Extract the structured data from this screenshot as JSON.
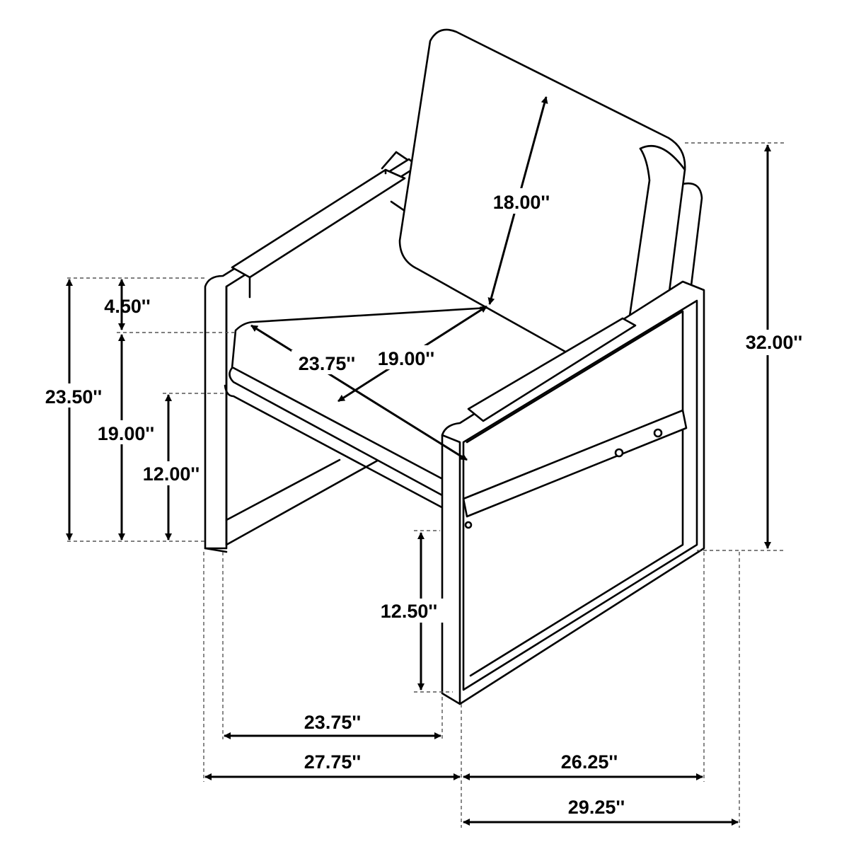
{
  "drawing": {
    "title": "",
    "dimensions": {
      "back_height": "18.00''",
      "arm_to_seat": "4.50''",
      "seat_depth_diag": "23.75''",
      "seat_width_diag": "19.00''",
      "overall_height_arm": "23.50''",
      "seat_height": "19.00''",
      "front_rail_height": "12.00''",
      "overall_height": "32.00''",
      "side_rail_height": "12.50''",
      "inner_width": "23.75''",
      "overall_width": "27.75''",
      "depth": "26.25''",
      "overall_depth": "29.25''"
    }
  }
}
